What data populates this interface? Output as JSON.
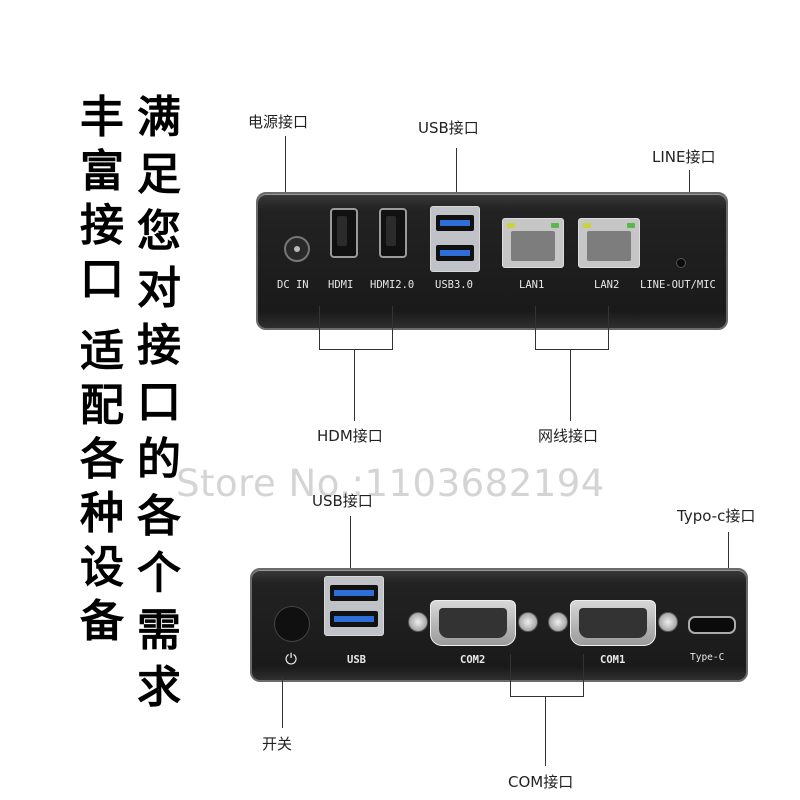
{
  "headline": {
    "left_column": [
      "丰",
      "富",
      "接",
      "口",
      " ",
      "适",
      "配",
      "各",
      "种",
      "设",
      "备"
    ],
    "right_column": [
      "满",
      "足",
      "您",
      "对",
      "接",
      "口",
      "的",
      "各",
      "个",
      "需",
      "求"
    ]
  },
  "watermark": "Store No.:1103682194",
  "top_device": {
    "callouts": {
      "power": "电源接口",
      "usb": "USB接口",
      "line": "LINE接口",
      "hdmi": "HDM接口",
      "lan": "网线接口"
    },
    "port_labels": {
      "dc": "DC IN",
      "hdmi": "HDMI",
      "hdmi2": "HDMI2.0",
      "usb3": "USB3.0",
      "lan1": "LAN1",
      "lan2": "LAN2",
      "line_out": "LINE-OUT/MIC"
    }
  },
  "bottom_device": {
    "callouts": {
      "usb": "USB接口",
      "typec": "Typo-c接口",
      "power_switch": "开关",
      "com": "COM接口"
    },
    "port_labels": {
      "usb": "USB",
      "com2": "COM2",
      "com1": "COM1",
      "typec": "Type-C"
    }
  },
  "colors": {
    "usb_blue": "#2d6fd6",
    "device_body": "#1a1a1a"
  }
}
